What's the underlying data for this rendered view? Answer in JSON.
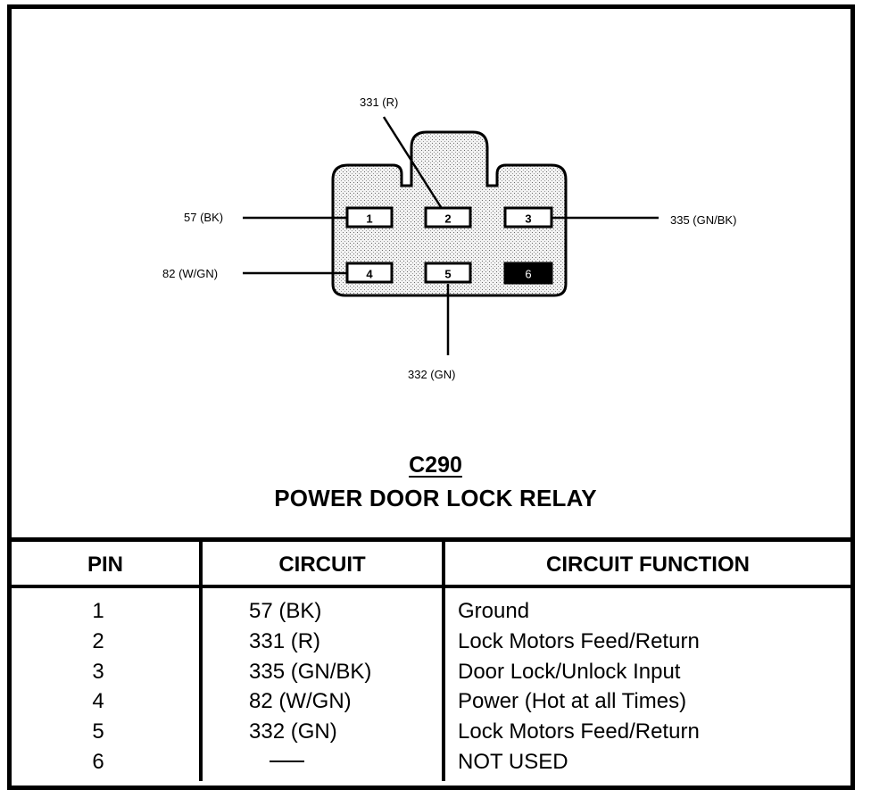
{
  "diagram": {
    "connector_id": "C290",
    "connector_name": "POWER DOOR LOCK RELAY",
    "pins": [
      {
        "number": "1",
        "filled": false
      },
      {
        "number": "2",
        "filled": false
      },
      {
        "number": "3",
        "filled": false
      },
      {
        "number": "4",
        "filled": false
      },
      {
        "number": "5",
        "filled": false
      },
      {
        "number": "6",
        "filled": true
      }
    ],
    "wire_labels": {
      "pin1": "57 (BK)",
      "pin2": "331 (R)",
      "pin3": "335 (GN/BK)",
      "pin4": "82 (W/GN)",
      "pin5": "332 (GN)"
    },
    "colors": {
      "ink": "#000000",
      "housing_fill": "#e4e4e4",
      "background": "#ffffff"
    }
  },
  "table": {
    "headers": {
      "pin": "PIN",
      "circuit": "CIRCUIT",
      "function": "CIRCUIT FUNCTION"
    },
    "rows": [
      {
        "pin": "1",
        "circuit": "57 (BK)",
        "function": "Ground"
      },
      {
        "pin": "2",
        "circuit": "331 (R)",
        "function": "Lock Motors Feed/Return"
      },
      {
        "pin": "3",
        "circuit": "335 (GN/BK)",
        "function": "Door Lock/Unlock Input"
      },
      {
        "pin": "4",
        "circuit": "82 (W/GN)",
        "function": "Power (Hot at all Times)"
      },
      {
        "pin": "5",
        "circuit": "332 (GN)",
        "function": "Lock Motors Feed/Return"
      },
      {
        "pin": "6",
        "circuit": "—",
        "function": "NOT USED"
      }
    ]
  }
}
